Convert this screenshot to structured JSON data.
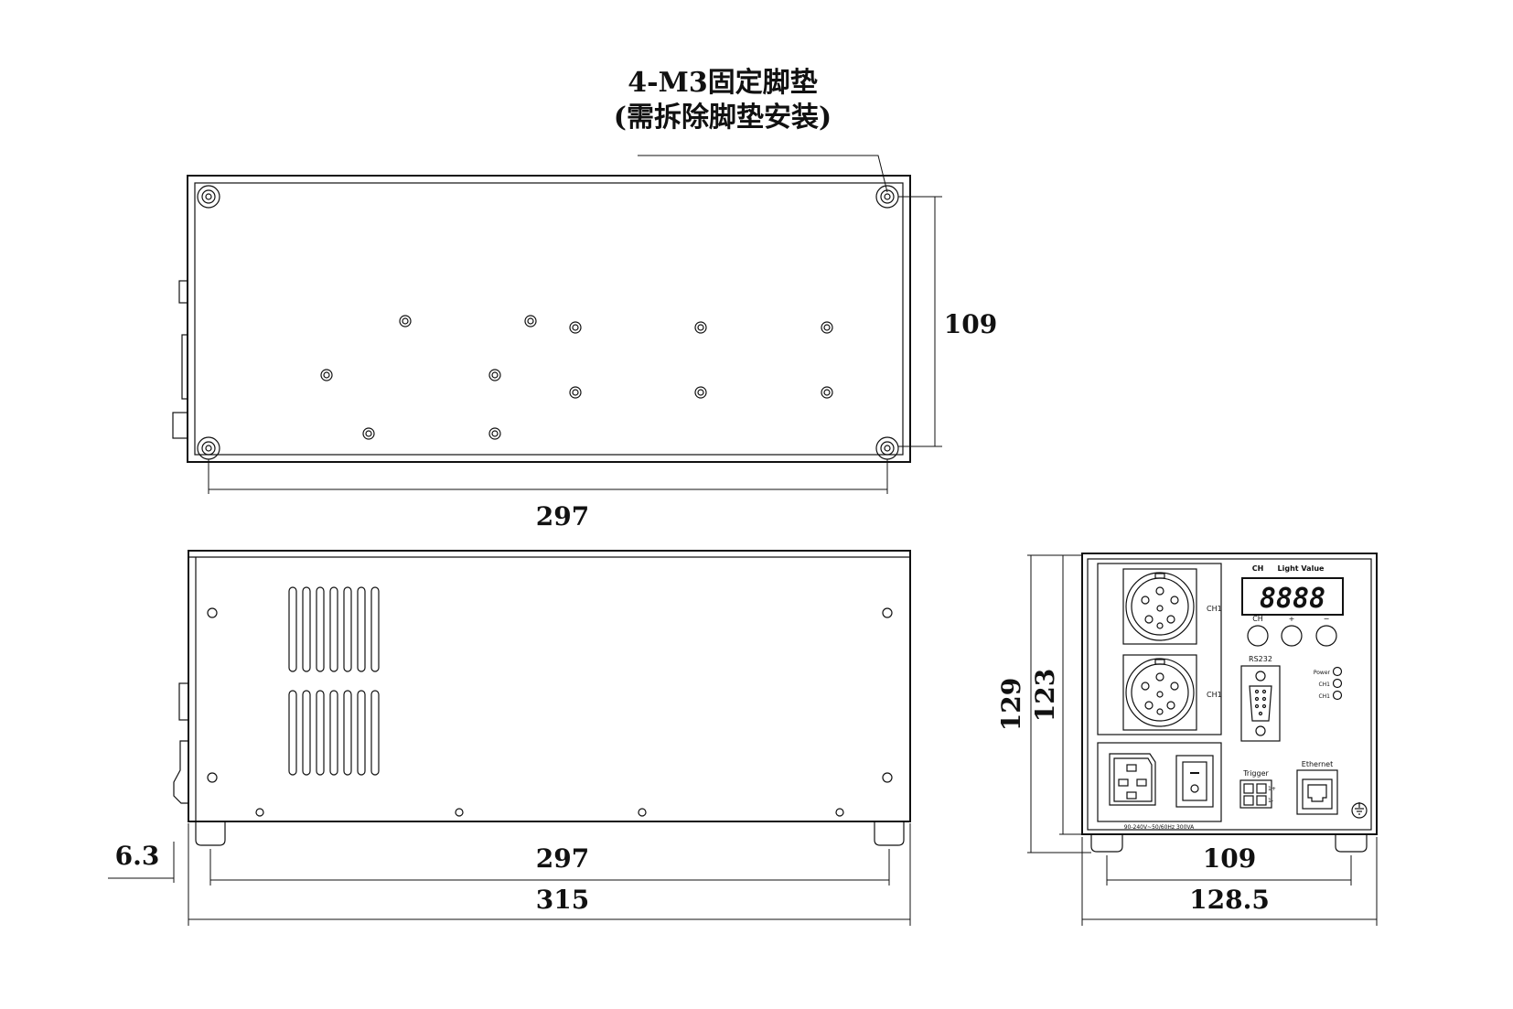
{
  "annotation": {
    "line1": "4-M3固定脚垫",
    "line2": "(需拆除脚垫安装)"
  },
  "dimensions": {
    "top_height": "109",
    "top_width": "297",
    "side_foot": "6.3",
    "side_inner": "297",
    "side_total": "315",
    "front_total_height": "129",
    "front_inner_height": "123",
    "front_inner_width": "109",
    "front_total_width": "128.5"
  },
  "front_panel": {
    "ch_header": "CH",
    "light_value_header": "Light Value",
    "display_value": "8888",
    "connector1_label": "CH1",
    "connector2_label": "CH1",
    "btn_ch": "CH",
    "btn_plus": "+",
    "btn_minus": "−",
    "rs232": "RS232",
    "led_power": "Power",
    "led_ch1a": "CH1",
    "led_ch1b": "CH1",
    "trigger": "Trigger",
    "trigger_plus": "1+",
    "trigger_minus": "1-",
    "ethernet": "Ethernet",
    "power_rating": "90-240V~50/60Hz 300VA"
  }
}
